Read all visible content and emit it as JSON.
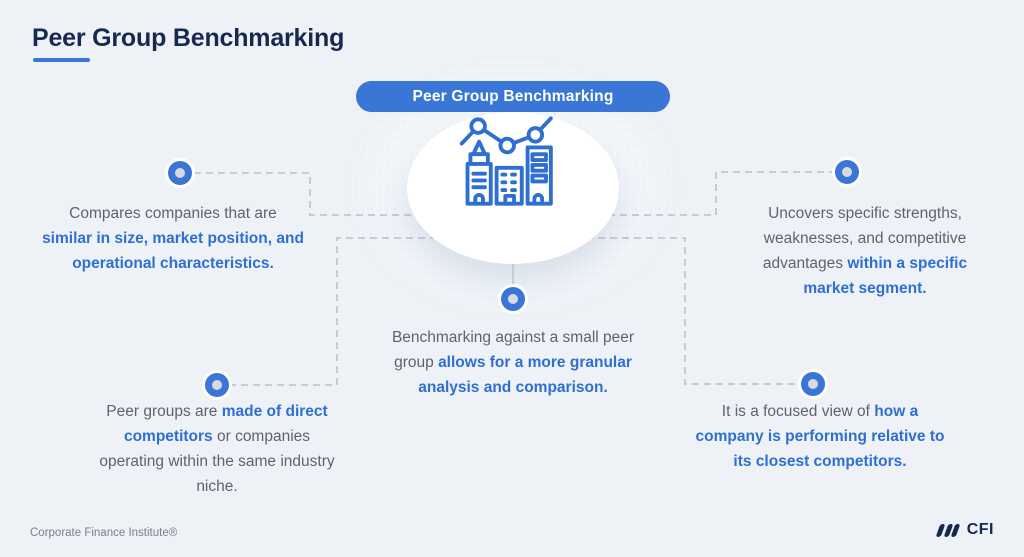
{
  "page": {
    "title": "Peer Group Benchmarking",
    "footer_credit": "Corporate Finance Institute®",
    "brand": "CFI"
  },
  "center": {
    "pill_label": "Peer Group Benchmarking"
  },
  "blocks": {
    "top_left": [
      [
        {
          "text": "Compares companies that are",
          "style": "g"
        }
      ],
      [
        {
          "text": "similar in size, market position, and",
          "style": "b"
        }
      ],
      [
        {
          "text": "operational characteristics.",
          "style": "b"
        }
      ]
    ],
    "top_right": [
      [
        {
          "text": "Uncovers specific strengths,",
          "style": "g"
        }
      ],
      [
        {
          "text": "weaknesses, and competitive",
          "style": "g"
        }
      ],
      [
        {
          "text": "advantages ",
          "style": "g"
        },
        {
          "text": "within a specific",
          "style": "b"
        }
      ],
      [
        {
          "text": "market segment.",
          "style": "b"
        }
      ]
    ],
    "center": [
      [
        {
          "text": "Benchmarking against a small peer",
          "style": "g"
        }
      ],
      [
        {
          "text": "group ",
          "style": "g"
        },
        {
          "text": "allows for a more granular",
          "style": "b"
        }
      ],
      [
        {
          "text": "analysis and comparison.",
          "style": "b"
        }
      ]
    ],
    "bottom_left": [
      [
        {
          "text": "Peer groups are ",
          "style": "g"
        },
        {
          "text": "made of direct",
          "style": "b"
        }
      ],
      [
        {
          "text": "competitors",
          "style": "b"
        },
        {
          "text": " or companies",
          "style": "g"
        }
      ],
      [
        {
          "text": "operating within the same industry",
          "style": "g"
        }
      ],
      [
        {
          "text": "niche.",
          "style": "g"
        }
      ]
    ],
    "bottom_right": [
      [
        {
          "text": "It is a focused view of ",
          "style": "g"
        },
        {
          "text": "how a",
          "style": "b"
        }
      ],
      [
        {
          "text": "company is performing relative to",
          "style": "b"
        }
      ],
      [
        {
          "text": "its closest competitors.",
          "style": "b"
        }
      ]
    ]
  },
  "icons": {
    "hero": "city-skyline-with-line-chart-icon",
    "marker": "donut-node-icon",
    "logo": "cfi-slanted-bars-logo"
  },
  "colors": {
    "background": "#eef2f7",
    "navy": "#16294e",
    "accent_blue": "#3a76d6",
    "icon_blue": "#2f6fd1",
    "text_blue": "#2e6fd2",
    "text_gray": "#5b6470",
    "dash_gray": "#c7ccd3",
    "connector_light": "#d3d7dc",
    "marker_center": "#d7dbe1",
    "footer_gray": "#78808b"
  }
}
